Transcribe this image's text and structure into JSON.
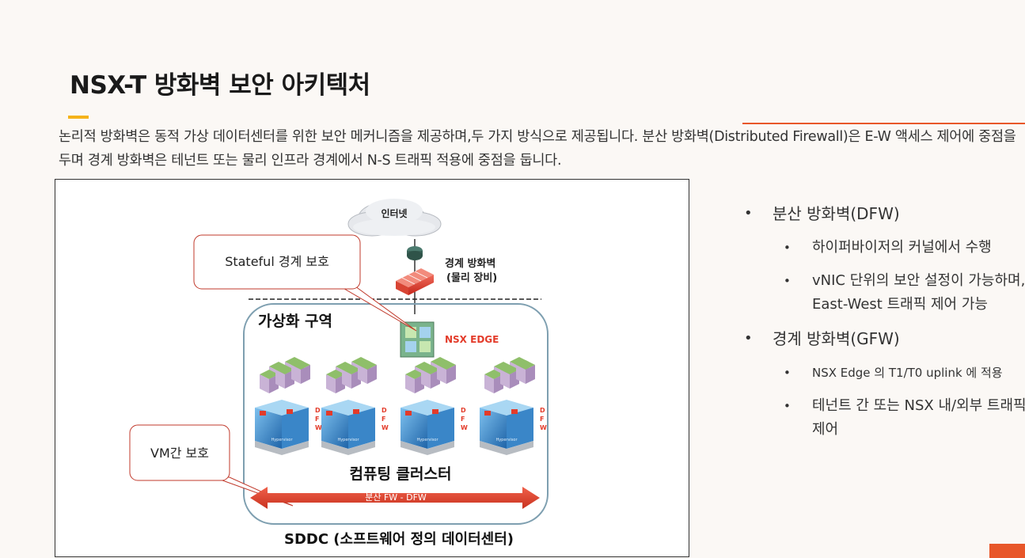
{
  "slide": {
    "title": "NSX-T 방화벽 보안 아키텍처",
    "description": "논리적 방화벽은 동적 가상 데이터센터를 위한 보안 메커니즘을 제공하며,두 가지 방식으로 제공됩니다. 분산 방화벽(Distributed Firewall)은 E-W 액세스 제어에 중점을 두며 경계 방화벽은 테넌트 또는 물리 인프라 경계에서 N-S 트래픽 적용에 중점을 둡니다."
  },
  "diagram": {
    "cloud_label": "인터넷",
    "firewall_label_1": "경계 방화벽",
    "firewall_label_2": "(물리 장비)",
    "callout_stateful": "Stateful 경계 보호",
    "callout_vm": "VM간 보호",
    "zone_label": "가상화 구역",
    "edge_label": "NSX EDGE",
    "dfw_letters": [
      "D",
      "F",
      "W"
    ],
    "host_label": "Hypervisor",
    "cluster_label": "컴퓨팅 클러스터",
    "arrow_label": "분산 FW - DFW",
    "sddc_label": "SDDC (소프트웨어 정의 데이터센터)",
    "colors": {
      "accent_red": "#e33b2a",
      "orange": "#e8572a",
      "title_accent": "#f5b31a",
      "vm_purple": "#c9b3d6",
      "vm_green": "#8fbf6a",
      "host_blue": "#3a86c8"
    }
  },
  "bullets": [
    {
      "level": 1,
      "text": "분산 방화벽(DFW)"
    },
    {
      "level": 2,
      "text": "하이퍼바이저의 커널에서 수행"
    },
    {
      "level": 2,
      "text": "vNIC 단위의 보안 설정이 가능하며, East-West 트래픽 제어 가능"
    },
    {
      "level": 1,
      "text": "경계 방화벽(GFW)"
    },
    {
      "level": 2,
      "text": "NSX Edge 의 T1/T0 uplink 에 적용"
    },
    {
      "level": 2,
      "text": "테넌트 간 또는 NSX 내/외부 트래픽 제어"
    }
  ]
}
